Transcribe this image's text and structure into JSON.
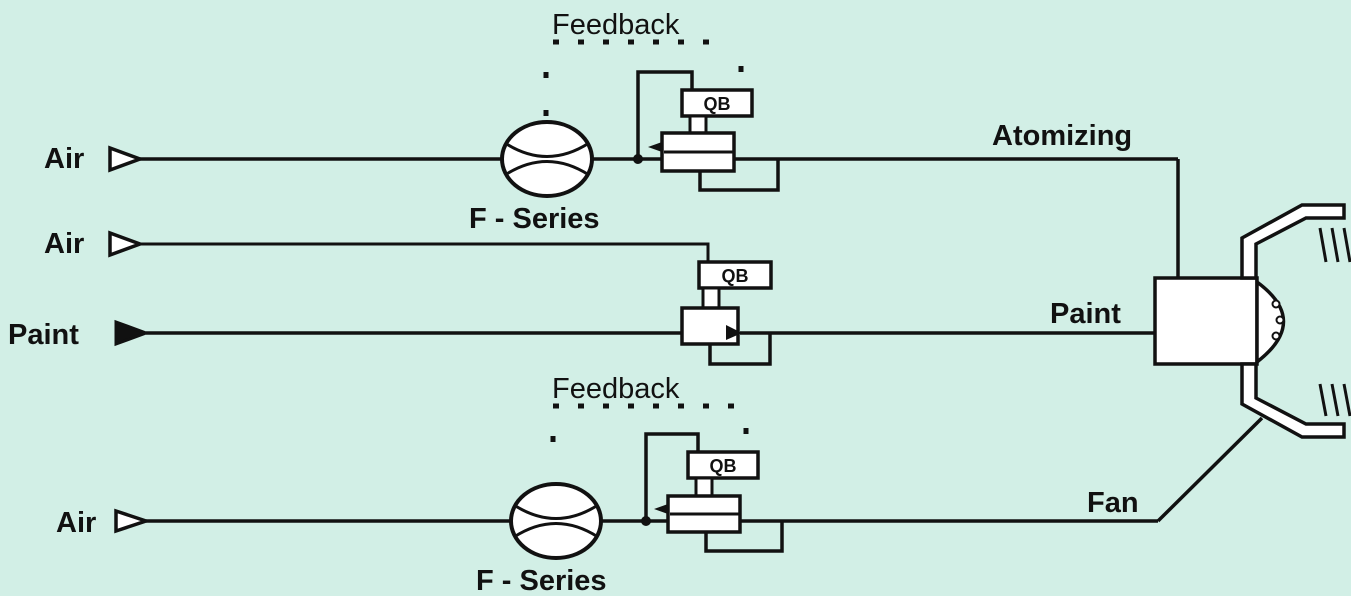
{
  "labels": {
    "air_1": "Air",
    "air_2": "Air",
    "paint_in": "Paint",
    "air_3": "Air",
    "feedback_top": "Feedback",
    "feedback_bottom": "Feedback",
    "fseries_top": "F - Series",
    "fseries_bottom": "F - Series",
    "qb_top": "QB",
    "qb_mid": "QB",
    "qb_bottom": "QB",
    "atomizing": "Atomizing",
    "paint_out": "Paint",
    "fan": "Fan"
  },
  "colors": {
    "background": "#d2efe6",
    "line": "#111111",
    "fill": "#ffffff"
  }
}
